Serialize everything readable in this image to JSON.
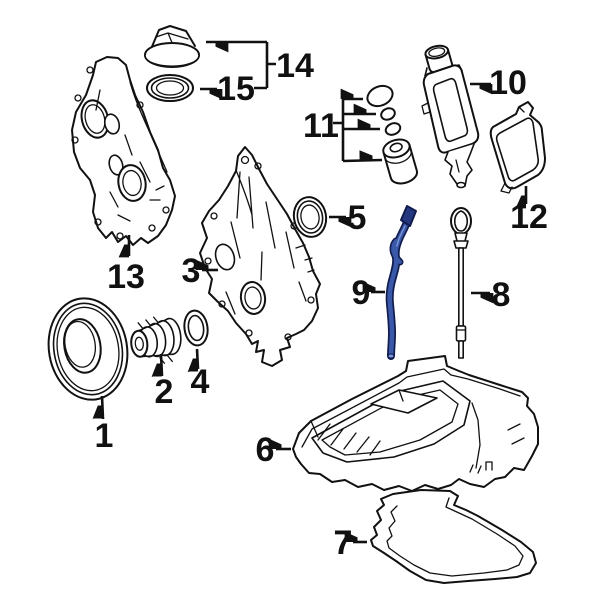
{
  "diagram": {
    "kind": "exploded-parts-diagram",
    "background_color": "#ffffff",
    "line_color": "#111111",
    "highlight": {
      "outline_color": "#111c4e",
      "fill_color": "#3a58a8",
      "cap_color": "#24387f",
      "tip_color": "#7b97d6"
    },
    "callouts": [
      {
        "label": "1",
        "part": "crankshaft-pulley",
        "highlighted": false
      },
      {
        "label": "2",
        "part": "crankshaft-hub-gear",
        "highlighted": false
      },
      {
        "label": "3",
        "part": "timing-cover-center",
        "highlighted": false
      },
      {
        "label": "4",
        "part": "crankshaft-seal-ring",
        "highlighted": false
      },
      {
        "label": "5",
        "part": "round-seal",
        "highlighted": false
      },
      {
        "label": "6",
        "part": "upper-oil-pan",
        "highlighted": false
      },
      {
        "label": "7",
        "part": "lower-oil-pan",
        "highlighted": false
      },
      {
        "label": "8",
        "part": "oil-dipstick",
        "highlighted": false
      },
      {
        "label": "9",
        "part": "oil-dipstick-tube",
        "highlighted": true
      },
      {
        "label": "10",
        "part": "oil-filter-housing",
        "highlighted": false
      },
      {
        "label": "11",
        "part": "oil-filter-and-seal-kit",
        "highlighted": false
      },
      {
        "label": "12",
        "part": "housing-side-cover",
        "highlighted": false
      },
      {
        "label": "13",
        "part": "timing-cover-left",
        "highlighted": false
      },
      {
        "label": "14",
        "part": "oil-filler-cap",
        "highlighted": false
      },
      {
        "label": "15",
        "part": "filler-cap-seal",
        "highlighted": false
      }
    ]
  }
}
